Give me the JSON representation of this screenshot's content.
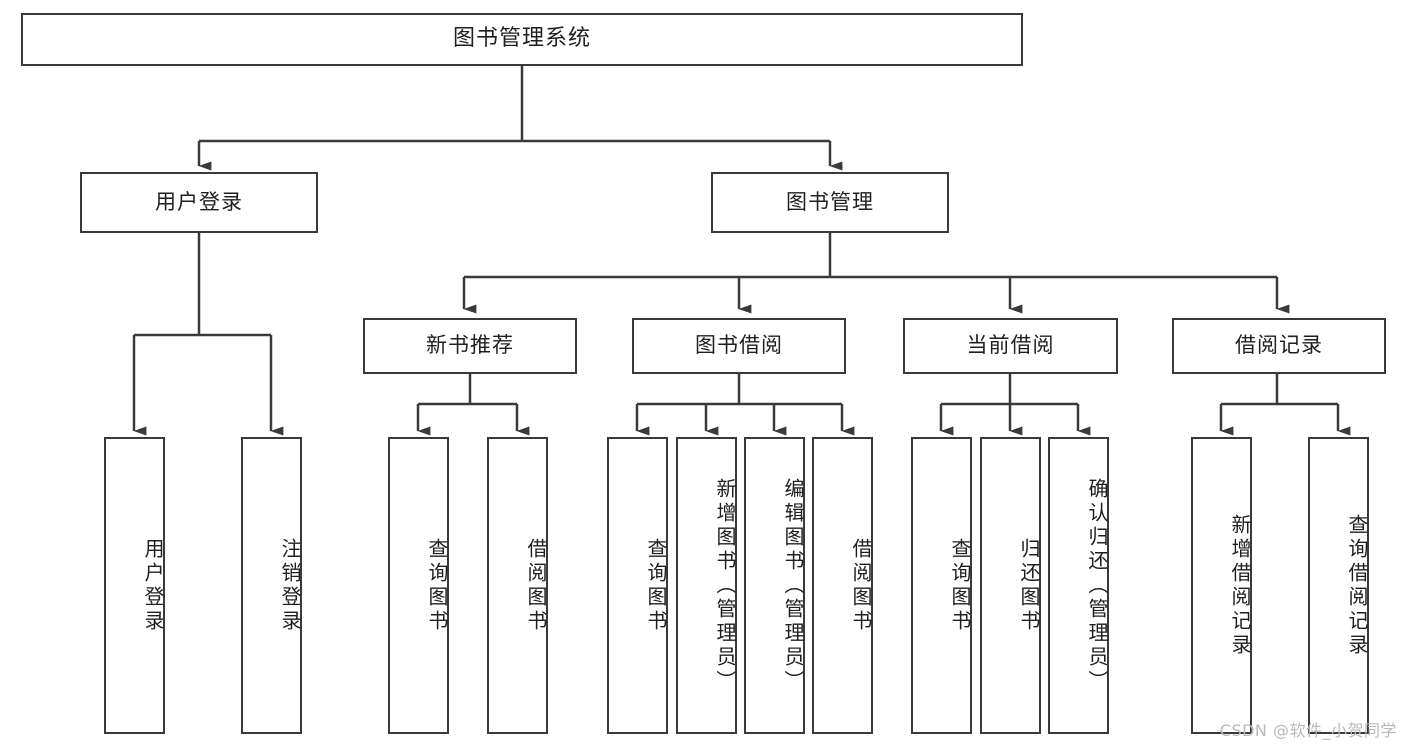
{
  "diagram": {
    "title": "图书管理系统",
    "watermark": "CSDN @软件_小贺同学",
    "line_color": "#3a3a3a",
    "box_fill": "#ffffff",
    "text_color": "#1f1f1f",
    "watermark_color": "#b9b9b9"
  },
  "nodes": {
    "root": {
      "label": "图书管理系统"
    },
    "level2": [
      {
        "label": "用户登录"
      },
      {
        "label": "图书管理"
      }
    ],
    "level3": [
      {
        "label": "新书推荐"
      },
      {
        "label": "图书借阅"
      },
      {
        "label": "当前借阅"
      },
      {
        "label": "借阅记录"
      }
    ],
    "leaves": {
      "user_login": [
        {
          "label": "用户登录"
        },
        {
          "label": "注销登录"
        }
      ],
      "new_book_recommend": [
        {
          "label": "查询图书"
        },
        {
          "label": "借阅图书"
        }
      ],
      "book_borrow": [
        {
          "label": "查询图书"
        },
        {
          "label": "新增图书（管理员）"
        },
        {
          "label": "编辑图书（管理员）"
        },
        {
          "label": "借阅图书"
        }
      ],
      "current_borrow": [
        {
          "label": "查询图书"
        },
        {
          "label": "归还图书"
        },
        {
          "label": "确认归还（管理员）"
        }
      ],
      "borrow_record": [
        {
          "label": "新增借阅记录"
        },
        {
          "label": "查询借阅记录"
        }
      ]
    }
  }
}
